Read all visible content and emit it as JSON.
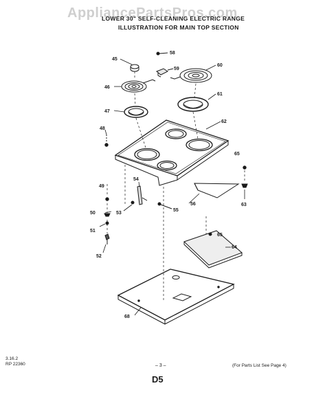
{
  "watermark": "AppliancePartsPros.com",
  "title": {
    "line1": "LOWER 30\" SELF-CLEANING ELECTRIC RANGE",
    "line2": "ILLUSTRATION FOR MAIN TOP SECTION"
  },
  "footer": {
    "left_line1": "3.16.2",
    "left_line2": "RP 22360",
    "page_number": "– 3 –",
    "note": "(For Parts List See Page 4)",
    "section_code": "D5"
  },
  "callouts": {
    "c45": "45",
    "c46": "46",
    "c47": "47",
    "c48": "48",
    "c49": "49",
    "c50": "50",
    "c51": "51",
    "c52": "52",
    "c53": "53",
    "c54": "54",
    "c55": "55",
    "c56": "56",
    "c58": "58",
    "c59": "59",
    "c60": "60",
    "c61": "61",
    "c62": "62",
    "c63": "63",
    "c64": "64",
    "c65a": "65",
    "c65b": "65",
    "c68": "68"
  }
}
